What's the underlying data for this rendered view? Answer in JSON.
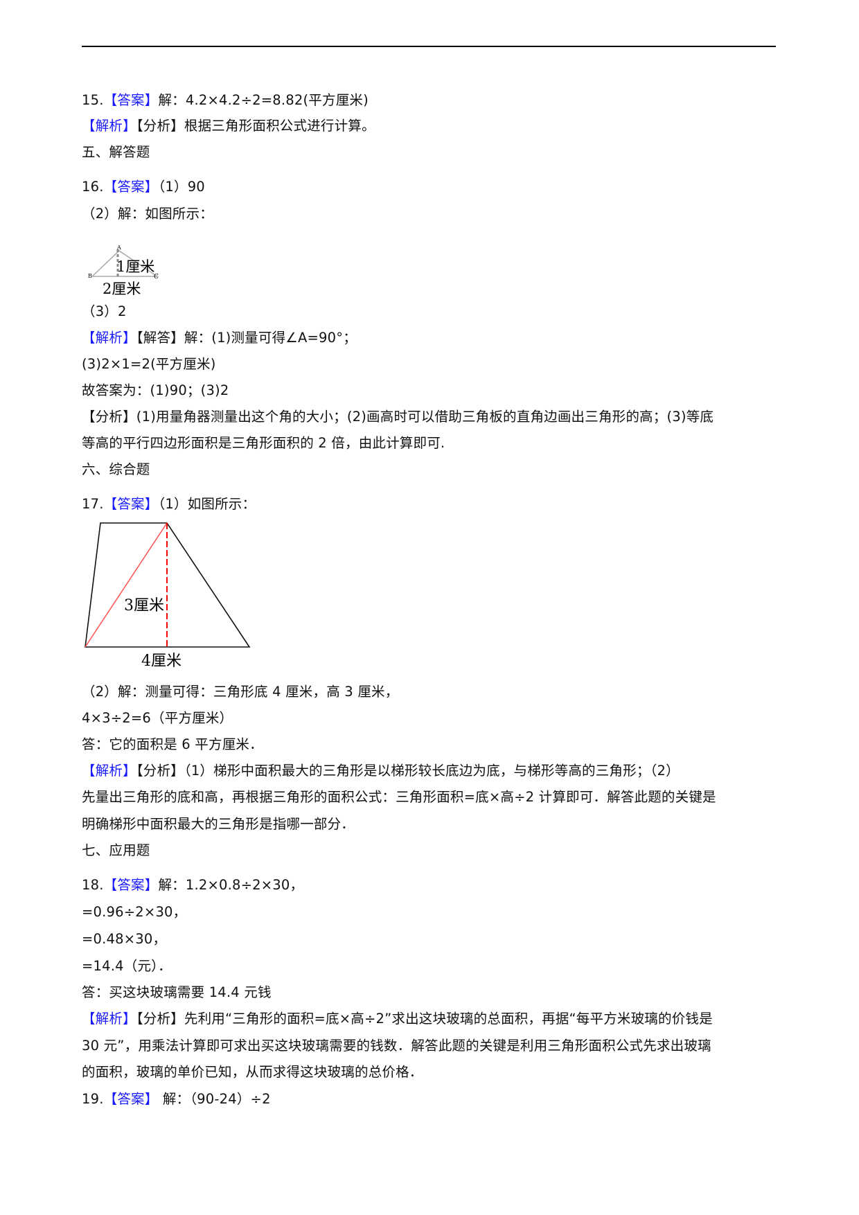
{
  "lines": [
    {
      "parts": [
        {
          "text": "15."
        },
        {
          "text": "【答案】",
          "style": "blue"
        },
        {
          "text": "解：4.2×4.2÷2=8.82(平方厘米)"
        }
      ]
    },
    {
      "parts": [
        {
          "text": "【解析】",
          "style": "blue"
        },
        {
          "text": "【分析】根据三角形面积公式进行计算。"
        }
      ]
    },
    {
      "parts": [
        {
          "text": "五、解答题"
        }
      ]
    },
    {
      "parts": [
        {
          "text": "16."
        },
        {
          "text": "【答案】",
          "style": "blue"
        },
        {
          "text": "（1）90"
        }
      ]
    },
    {
      "parts": [
        {
          "text": "（2）解：如图所示："
        }
      ]
    },
    {
      "parts": [
        {
          "text": "（3）2"
        }
      ]
    },
    {
      "parts": [
        {
          "text": "【解析】",
          "style": "blue"
        },
        {
          "text": "【解答】解：(1)测量可得∠A=90°；"
        }
      ]
    },
    {
      "parts": [
        {
          "text": "(3)2×1=2(平方厘米)"
        }
      ]
    },
    {
      "parts": [
        {
          "text": "故答案为：(1)90；(3)2"
        }
      ]
    },
    {
      "parts": [
        {
          "text": "【分析】(1)用量角器测量出这个角的大小；(2)画高时可以借助三角板的直角边画出三角形的高；(3)等底"
        }
      ]
    },
    {
      "parts": [
        {
          "text": "等高的平行四边形面积是三角形面积的 2 倍，由此计算即可."
        }
      ]
    },
    {
      "parts": [
        {
          "text": "六、综合题"
        }
      ]
    },
    {
      "parts": [
        {
          "text": "17."
        },
        {
          "text": "【答案】",
          "style": "blue"
        },
        {
          "text": "（1）如图所示："
        }
      ]
    },
    {
      "parts": [
        {
          "text": "（2）解：测量可得：三角形底 4 厘米，高 3 厘米，"
        }
      ]
    },
    {
      "parts": [
        {
          "text": "4×3÷2=6（平方厘米）"
        }
      ]
    },
    {
      "parts": [
        {
          "text": "答：它的面积是 6 平方厘米．"
        }
      ]
    },
    {
      "parts": [
        {
          "text": "【解析】",
          "style": "blue"
        },
        {
          "text": "【分析】（1）梯形中面积最大的三角形是以梯形较长底边为底，与梯形等高的三角形；（2）"
        }
      ]
    },
    {
      "parts": [
        {
          "text": "先量出三角形的底和高，再根据三角形的面积公式：三角形面积=底×高÷2 计算即可．解答此题的关键是"
        }
      ]
    },
    {
      "parts": [
        {
          "text": "明确梯形中面积最大的三角形是指哪一部分．"
        }
      ]
    },
    {
      "parts": [
        {
          "text": "七、应用题"
        }
      ]
    },
    {
      "parts": [
        {
          "text": "18."
        },
        {
          "text": "【答案】",
          "style": "blue"
        },
        {
          "text": "解：1.2×0.8÷2×30，"
        }
      ]
    },
    {
      "parts": [
        {
          "text": "=0.96÷2×30，"
        }
      ]
    },
    {
      "parts": [
        {
          "text": "=0.48×30，"
        }
      ]
    },
    {
      "parts": [
        {
          "text": "=14.4（元）．"
        }
      ]
    },
    {
      "parts": [
        {
          "text": "答：买这块玻璃需要 14.4 元钱"
        }
      ]
    },
    {
      "parts": [
        {
          "text": "【解析】",
          "style": "blue"
        },
        {
          "text": "【分析】先利用“三角形的面积=底×高÷2”求出这块玻璃的总面积，再据“每平方米玻璃的价钱是"
        }
      ]
    },
    {
      "parts": [
        {
          "text": "30 元”，用乘法计算即可求出买这块玻璃需要的钱数．解答此题的关键是利用三角形面积公式先求出玻璃"
        }
      ]
    },
    {
      "parts": [
        {
          "text": "的面积，玻璃的单价已知，从而求得这块玻璃的总价格．"
        }
      ]
    },
    {
      "parts": [
        {
          "text": "19."
        },
        {
          "text": "【答案】",
          "style": "blue"
        },
        {
          "text": " 解：（90-24）÷2"
        }
      ]
    }
  ],
  "figure1": {
    "height_label": "1厘米",
    "base_label": "2厘米",
    "vertex_a": "A",
    "vertex_b": "B",
    "vertex_c": "C"
  },
  "figure2": {
    "height_label": "3厘米",
    "base_label": "4厘米"
  },
  "colors": {
    "accent_blue": "#1a1aff",
    "figure_red": "#ff0000"
  }
}
